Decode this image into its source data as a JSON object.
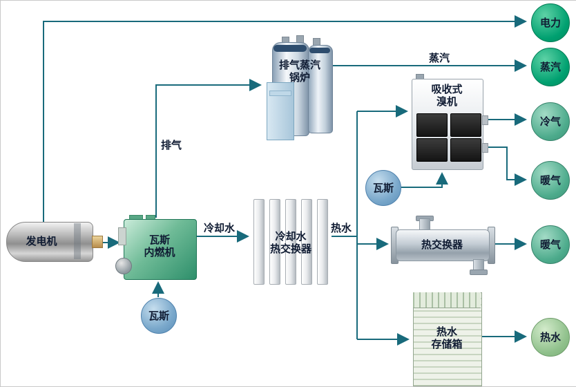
{
  "nodes": {
    "generator": {
      "label": "发电机"
    },
    "gas_engine": {
      "lines": [
        "瓦斯",
        "内燃机"
      ]
    },
    "exhaust_boiler": {
      "lines": [
        "排气蒸汽",
        "锅炉"
      ]
    },
    "cooling_hx": {
      "lines": [
        "冷却水",
        "热交换器"
      ]
    },
    "absorption_chiller": {
      "lines": [
        "吸收式",
        "溴机"
      ]
    },
    "heat_exchanger": {
      "label": "热交换器"
    },
    "hot_water_tank": {
      "lines": [
        "热水",
        "存储箱"
      ]
    },
    "gas_input_engine": {
      "label": "瓦斯"
    },
    "gas_input_chiller": {
      "label": "瓦斯"
    }
  },
  "outputs": {
    "electricity": {
      "label": "电力",
      "color": "#00a070"
    },
    "steam": {
      "label": "蒸汽",
      "color": "#00a070"
    },
    "cold_air": {
      "label": "冷气",
      "color": "#4dab8c"
    },
    "heating_1": {
      "label": "暖气",
      "color": "#4dab8c"
    },
    "heating_2": {
      "label": "暖气",
      "color": "#4dab8c"
    },
    "hot_water": {
      "label": "热水",
      "color": "#8fc08b"
    }
  },
  "edge_labels": {
    "exhaust": "排气",
    "steam": "蒸汽",
    "cooling_water": "冷却水",
    "hot_water": "热水"
  },
  "colors": {
    "line": "#186a7b",
    "gas_circle": "#7aa8cb",
    "engine_green": "#2e8f6b"
  }
}
